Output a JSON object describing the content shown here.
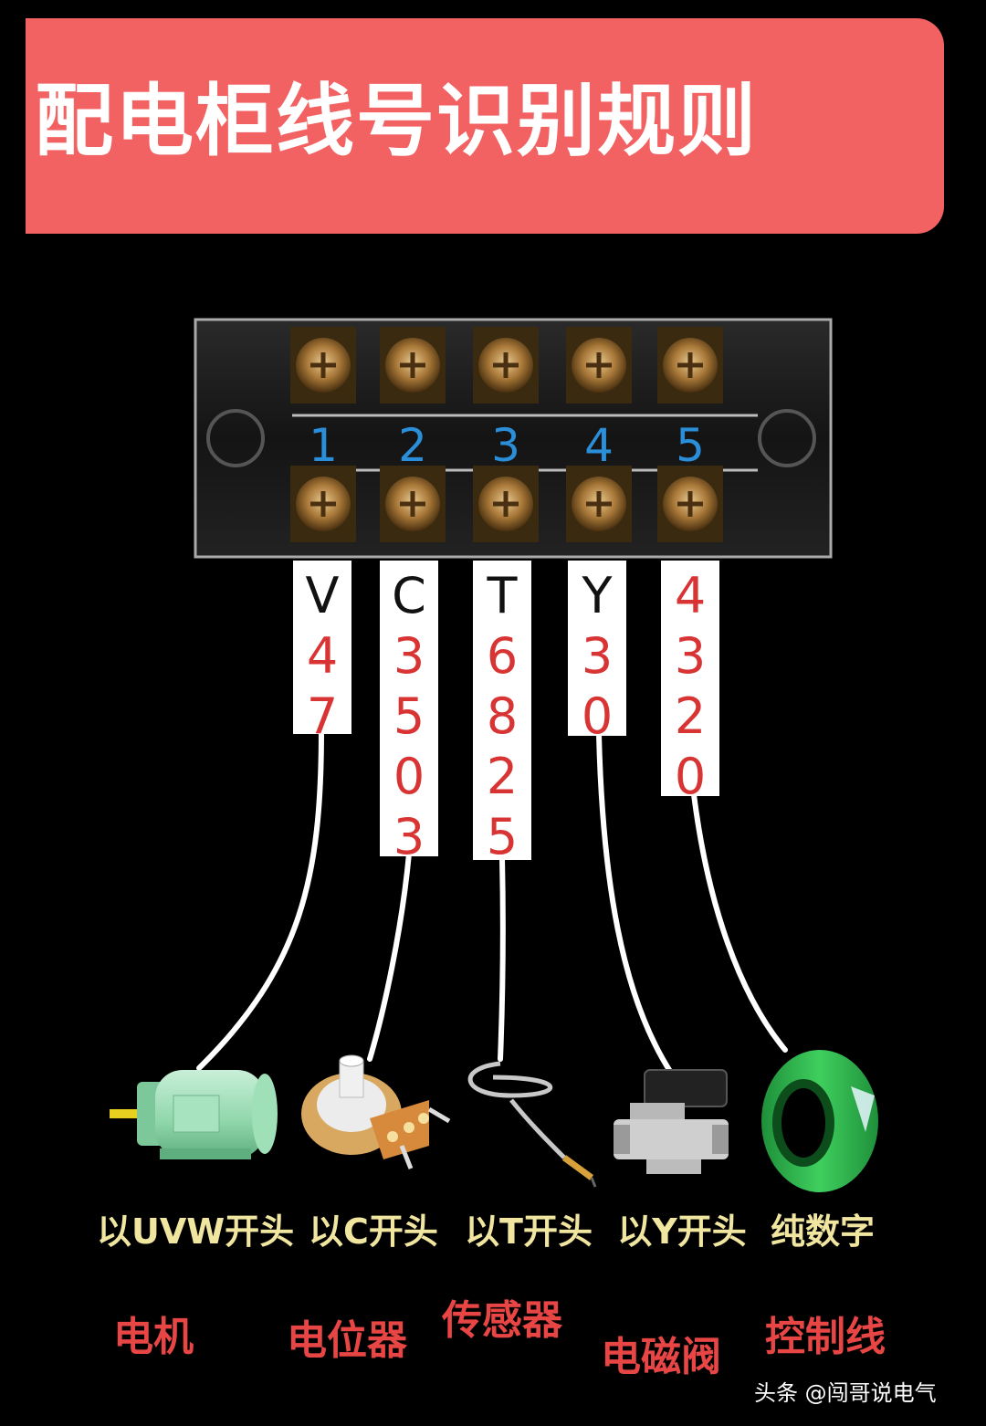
{
  "title": "配电柜线号识别规则",
  "terminal_numbers": [
    "1",
    "2",
    "3",
    "4",
    "5"
  ],
  "wires": [
    {
      "prefix": "V",
      "digits": [
        "4",
        "7"
      ],
      "rule": "以UVW开头",
      "device": "电机",
      "device_icon": "motor-icon"
    },
    {
      "prefix": "C",
      "digits": [
        "3",
        "5",
        "0",
        "3"
      ],
      "rule": "以C开头",
      "device": "电位器",
      "device_icon": "potentiometer-icon"
    },
    {
      "prefix": "T",
      "digits": [
        "6",
        "8",
        "2",
        "5"
      ],
      "rule": "以T开头",
      "device": "传感器",
      "device_icon": "sensor-icon"
    },
    {
      "prefix": "Y",
      "digits": [
        "3",
        "0"
      ],
      "rule": "以Y开头",
      "device": "电磁阀",
      "device_icon": "solenoid-valve-icon"
    },
    {
      "prefix": "",
      "digits": [
        "4",
        "3",
        "2",
        "0"
      ],
      "rule": "纯数字",
      "device": "控制线",
      "device_icon": "control-wire-coil-icon"
    }
  ],
  "watermark": "头条 @闯哥说电气",
  "colors": {
    "banner": "#f26262",
    "background": "#000000",
    "tag_digit": "#d93434",
    "rule_text": "#f0e6a0",
    "device_text": "#e84545",
    "terminal_number": "#2a8fd8"
  }
}
